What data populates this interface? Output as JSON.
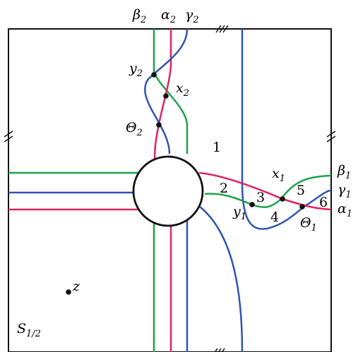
{
  "colors": {
    "alpha": "#e0245e",
    "beta": "#1aa34a",
    "gamma": "#2f55b0",
    "frame": "#111111"
  },
  "labels": {
    "beta2": {
      "sym": "β",
      "sub": "2"
    },
    "alpha2": {
      "sym": "α",
      "sub": "2"
    },
    "gamma2": {
      "sym": "γ",
      "sub": "2"
    },
    "beta1": {
      "sym": "β",
      "sub": "1"
    },
    "gamma1": {
      "sym": "γ",
      "sub": "1"
    },
    "alpha1": {
      "sym": "α",
      "sub": "1"
    },
    "y2": {
      "sym": "y",
      "sub": "2"
    },
    "x2": {
      "sym": "x",
      "sub": "2"
    },
    "theta2": {
      "sym": "Θ",
      "sub": "2"
    },
    "x1": {
      "sym": "x",
      "sub": "1"
    },
    "y1": {
      "sym": "y",
      "sub": "1"
    },
    "theta1": {
      "sym": "Θ",
      "sub": "1"
    },
    "z": {
      "sym": "z"
    },
    "surface": {
      "sym": "S",
      "sub": "1/2"
    }
  },
  "regions": [
    "1",
    "2",
    "3",
    "4",
    "5",
    "6"
  ]
}
